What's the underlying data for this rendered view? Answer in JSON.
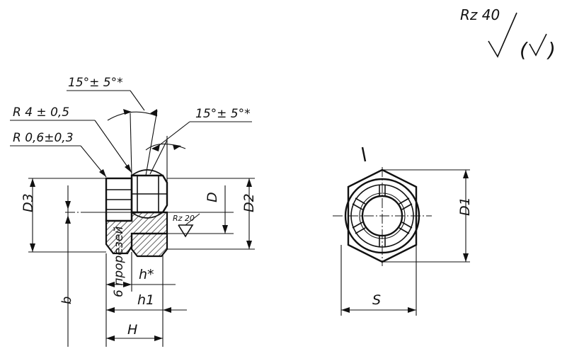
{
  "roughness": {
    "symbol_label": "Rz 40",
    "bracket_open": "(",
    "bracket_close": ")"
  },
  "side_view": {
    "angle_top": "15°± 5°*",
    "angle_right": "15°± 5°*",
    "radius_outer": "R 4 ± 0,5",
    "radius_inner": "R 0,6±0,3",
    "dim_d3": "D3",
    "dim_d": "D",
    "dim_d2": "D2",
    "inner_roughness": "Rz 20",
    "dim_h_star": "h*",
    "dim_h1": "h1",
    "dim_H": "H",
    "dim_b": "b",
    "slots_count": "6 прорезей"
  },
  "front_view": {
    "dim_d1": "D1",
    "dim_s": "S"
  }
}
